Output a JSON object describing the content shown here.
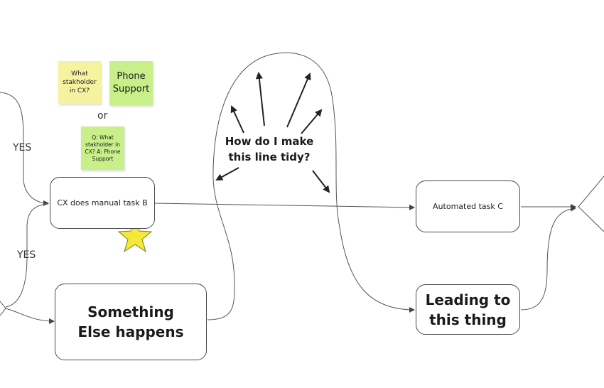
{
  "nodes": {
    "manual_task": "CX does manual task B",
    "something_else": "Something Else happens",
    "automated_task": "Automated task C",
    "leading": "Leading to this thing"
  },
  "stickies": {
    "stakeholder_q": "What stakholder in CX?",
    "phone_support": "Phone Support",
    "combined": "Q: What stakholder in CX? A: Phone Support",
    "yellow_color": "#f5f2a0",
    "green_color": "#c9ef8a"
  },
  "labels": {
    "or": "or",
    "yes_top": "YES",
    "yes_bottom": "YES",
    "question": "How do I make this line tidy?"
  },
  "colors": {
    "star": "#f4ea36",
    "line": "#555555"
  },
  "icons": {
    "star": "star-icon"
  }
}
